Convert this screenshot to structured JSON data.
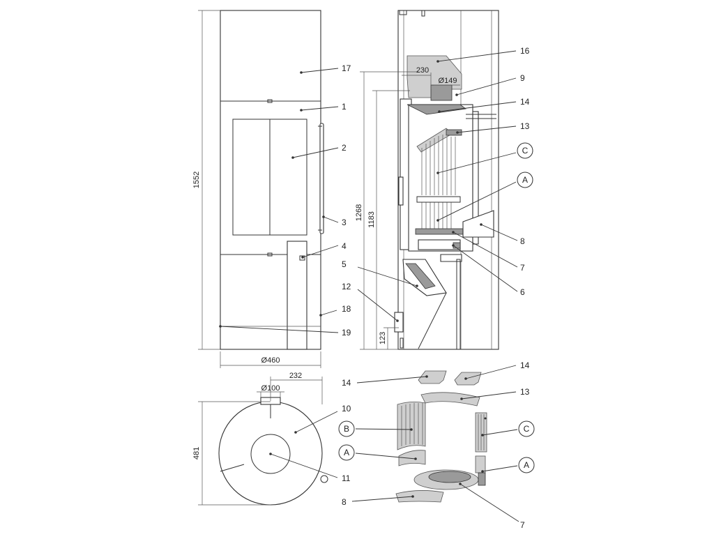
{
  "dimensions": {
    "height_total": "1552",
    "width_front": "Ø460",
    "side_1268": "1268",
    "side_1183": "1183",
    "side_123": "123",
    "side_230": "230",
    "side_149": "Ø149",
    "top_232": "232",
    "top_100": "Ø100",
    "top_481": "481"
  },
  "front_callouts": [
    "17",
    "1",
    "2",
    "3",
    "4",
    "5",
    "12",
    "18",
    "19"
  ],
  "side_callouts": [
    "16",
    "9",
    "14",
    "13",
    "C",
    "A",
    "8",
    "7",
    "6"
  ],
  "top_callouts": [
    "10",
    "11"
  ],
  "parts_callouts": [
    "14",
    "14",
    "13",
    "B",
    "C",
    "A",
    "A",
    "8",
    "7"
  ]
}
